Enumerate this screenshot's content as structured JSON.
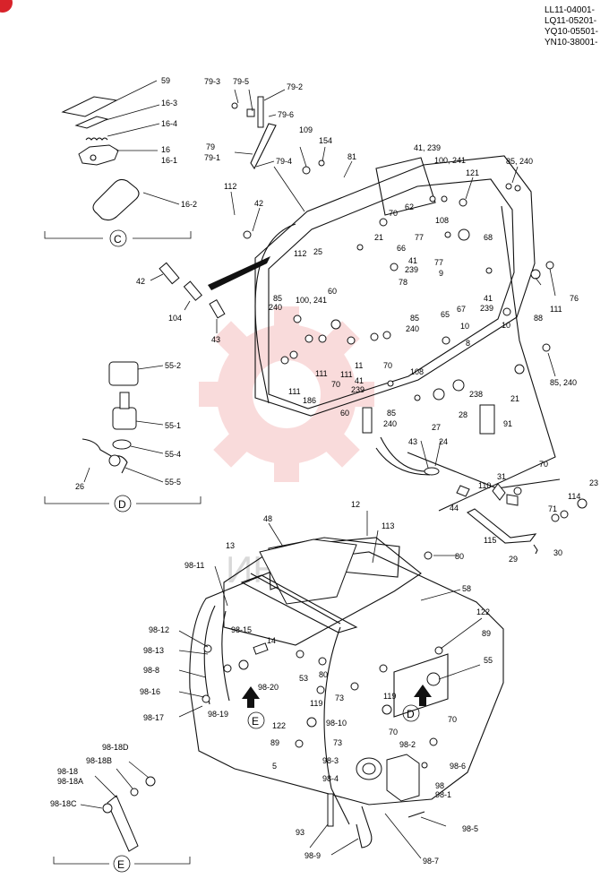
{
  "serial_numbers": [
    "LL11-04001-",
    "LQ11-05201-",
    "YQ10-05501-",
    "YN10-38001-"
  ],
  "detail_views": {
    "c": "C",
    "d": "D",
    "e": "E"
  },
  "arrows": {
    "e": "E",
    "d": "D"
  },
  "watermark_text": "ИНТЕ",
  "labels": {
    "l59": "59",
    "l16_3": "16-3",
    "l16_4": "16-4",
    "l16": "16",
    "l16_1": "16-1",
    "l16_2": "16-2",
    "l79_3": "79-3",
    "l79_5": "79-5",
    "l79_2": "79-2",
    "l79_6": "79-6",
    "l79": "79",
    "l79_1": "79-1",
    "l79_4": "79-4",
    "l109": "109",
    "l154": "154",
    "l81": "81",
    "l41_239_top": "41, 239",
    "l100_241_top": "100, 241",
    "l85_240_top": "85, 240",
    "l121": "121",
    "l112_a": "112",
    "l42_a": "42",
    "l70_a": "70",
    "l62": "62",
    "l108_a": "108",
    "l68": "68",
    "l21_a": "21",
    "l66": "66",
    "l77_a": "77",
    "l41_a": "41",
    "l77_b": "77",
    "l239_a": "239",
    "l9": "9",
    "l67": "67",
    "l112_b": "112",
    "l25": "25",
    "l100_241_b": "100, 241",
    "l60_a": "60",
    "l78": "78",
    "l85_a": "85",
    "l240_a": "240",
    "l65": "65",
    "l85_b": "85",
    "l240_b": "240",
    "l10_a": "10",
    "l8": "8",
    "l41_b": "41",
    "l239_b": "239",
    "l10_b": "10",
    "l88": "88",
    "l111_a": "111",
    "l76": "76",
    "l42_b": "42",
    "l104": "104",
    "l43_a": "43",
    "l111_b": "111",
    "l70_b": "70",
    "l111_c": "111",
    "l11": "11",
    "l70_c": "70",
    "l111_d": "111",
    "l186": "186",
    "l41_c": "41",
    "l239_c": "239",
    "l108_b": "108",
    "l21_b": "21",
    "l85_240_r": "85, 240",
    "l238": "238",
    "l28": "28",
    "l27": "27",
    "l60_b": "60",
    "l85_c": "85",
    "l240_c": "240",
    "l91": "91",
    "l55_2": "55-2",
    "l55_1": "55-1",
    "l55_4": "55-4",
    "l55_5": "55-5",
    "l26": "26",
    "l43_b": "43",
    "l24": "24",
    "l31": "31",
    "l110": "110",
    "l70_d": "70",
    "l23": "23",
    "l44": "44",
    "l114": "114",
    "l71": "71",
    "l115": "115",
    "l29": "29",
    "l30": "30",
    "l12": "12",
    "l48": "48",
    "l113": "113",
    "l13": "13",
    "l80_a": "80",
    "l58": "58",
    "l98_11": "98-11",
    "l98_12": "98-12",
    "l98_13": "98-13",
    "l98_8": "98-8",
    "l98_16": "98-16",
    "l98_17": "98-17",
    "l98_15": "98-15",
    "l14": "14",
    "l98_20": "98-20",
    "l98_19": "98-19",
    "l53": "53",
    "l80_b": "80",
    "l119_a": "119",
    "l73_a": "73",
    "l119_b": "119",
    "l122_a": "122",
    "l89_a": "89",
    "l55": "55",
    "l122_b": "122",
    "l89_b": "89",
    "l5": "5",
    "l98_10": "98-10",
    "l73_b": "73",
    "l70_e": "70",
    "l70_f": "70",
    "l98_2": "98-2",
    "l98_6": "98-6",
    "l98_3": "98-3",
    "l98_4": "98-4",
    "l98": "98",
    "l98_1": "98-1",
    "l98_18D": "98-18D",
    "l98_18B": "98-18B",
    "l98_18": "98-18",
    "l98_18A": "98-18A",
    "l98_18C": "98-18C",
    "l93": "93",
    "l98_5": "98-5",
    "l98_9": "98-9",
    "l98_7": "98-7"
  }
}
